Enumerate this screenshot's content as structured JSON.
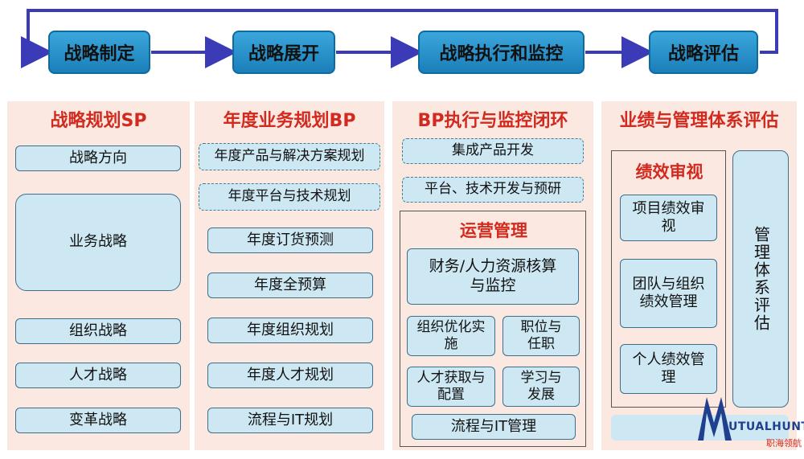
{
  "stages": [
    "战略制定",
    "战略展开",
    "战略执行和监控",
    "战略评估"
  ],
  "columns": [
    {
      "title": "战略规划SP",
      "items": [
        "战略方向",
        "业务战略",
        "组织战略",
        "人才战略",
        "变革战略"
      ]
    },
    {
      "title": "年度业务规划BP",
      "dashed_items": [
        "年度产品与解决方案规划",
        "年度平台与技术规划"
      ],
      "items": [
        "年度订货预测",
        "年度全预算",
        "年度组织规划",
        "年度人才规划",
        "流程与IT规划"
      ]
    },
    {
      "title": "BP执行与监控闭环",
      "dashed_items": [
        "集成产品开发",
        "平台、技术开发与预研"
      ],
      "ops": {
        "title": "运营管理",
        "main": "财务/人力资源核算与监控",
        "grid": [
          "组织优化实施",
          "职位与任职",
          "人才获取与配置",
          "学习与发展"
        ],
        "bottom": "流程与IT管理"
      }
    },
    {
      "title": "业绩与管理体系评估",
      "perf": {
        "title": "绩效审视",
        "items": [
          "项目绩效审视",
          "团队与组织绩效管理",
          "个人绩效管理"
        ]
      },
      "side": "管理体系评估"
    }
  ],
  "logo": {
    "name": "UTUALHUNTER",
    "sub": "职海领航"
  },
  "colors": {
    "stage": "#2a93cf",
    "heading": "#d22a1e",
    "panel": "#fbe8e1",
    "box": "#cde8f2",
    "flow": "#3b3bb8"
  }
}
